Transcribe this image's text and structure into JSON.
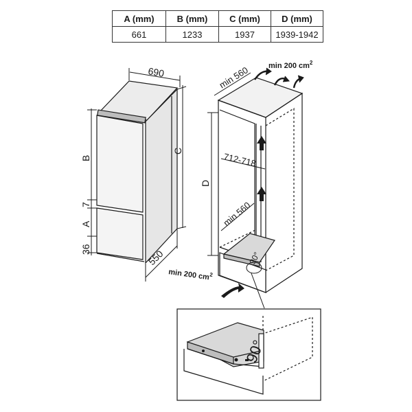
{
  "table": {
    "headers": [
      "A (mm)",
      "B (mm)",
      "C (mm)",
      "D (mm)"
    ],
    "values": [
      "661",
      "1233",
      "1937",
      "1939-1942"
    ]
  },
  "appliance": {
    "width": "690",
    "depth": "550",
    "dim_a": "A",
    "dim_b": "B",
    "dim_c": "C",
    "gap": "7",
    "base": "36"
  },
  "niche": {
    "depth_top": "min 560",
    "vent_top": "min 200 cm",
    "vent_top_sup": "2",
    "inner_width": "712-718",
    "dim_d": "D",
    "inner_depth": "min 560",
    "angle": "90°",
    "vent_bottom": "min 200 cm",
    "vent_bottom_sup": "2"
  },
  "detail": {
    "angle": "90°"
  },
  "colors": {
    "line": "#1a1a1a",
    "fill_light": "#d9d9d9",
    "fill_mid": "#bdbdbd"
  }
}
